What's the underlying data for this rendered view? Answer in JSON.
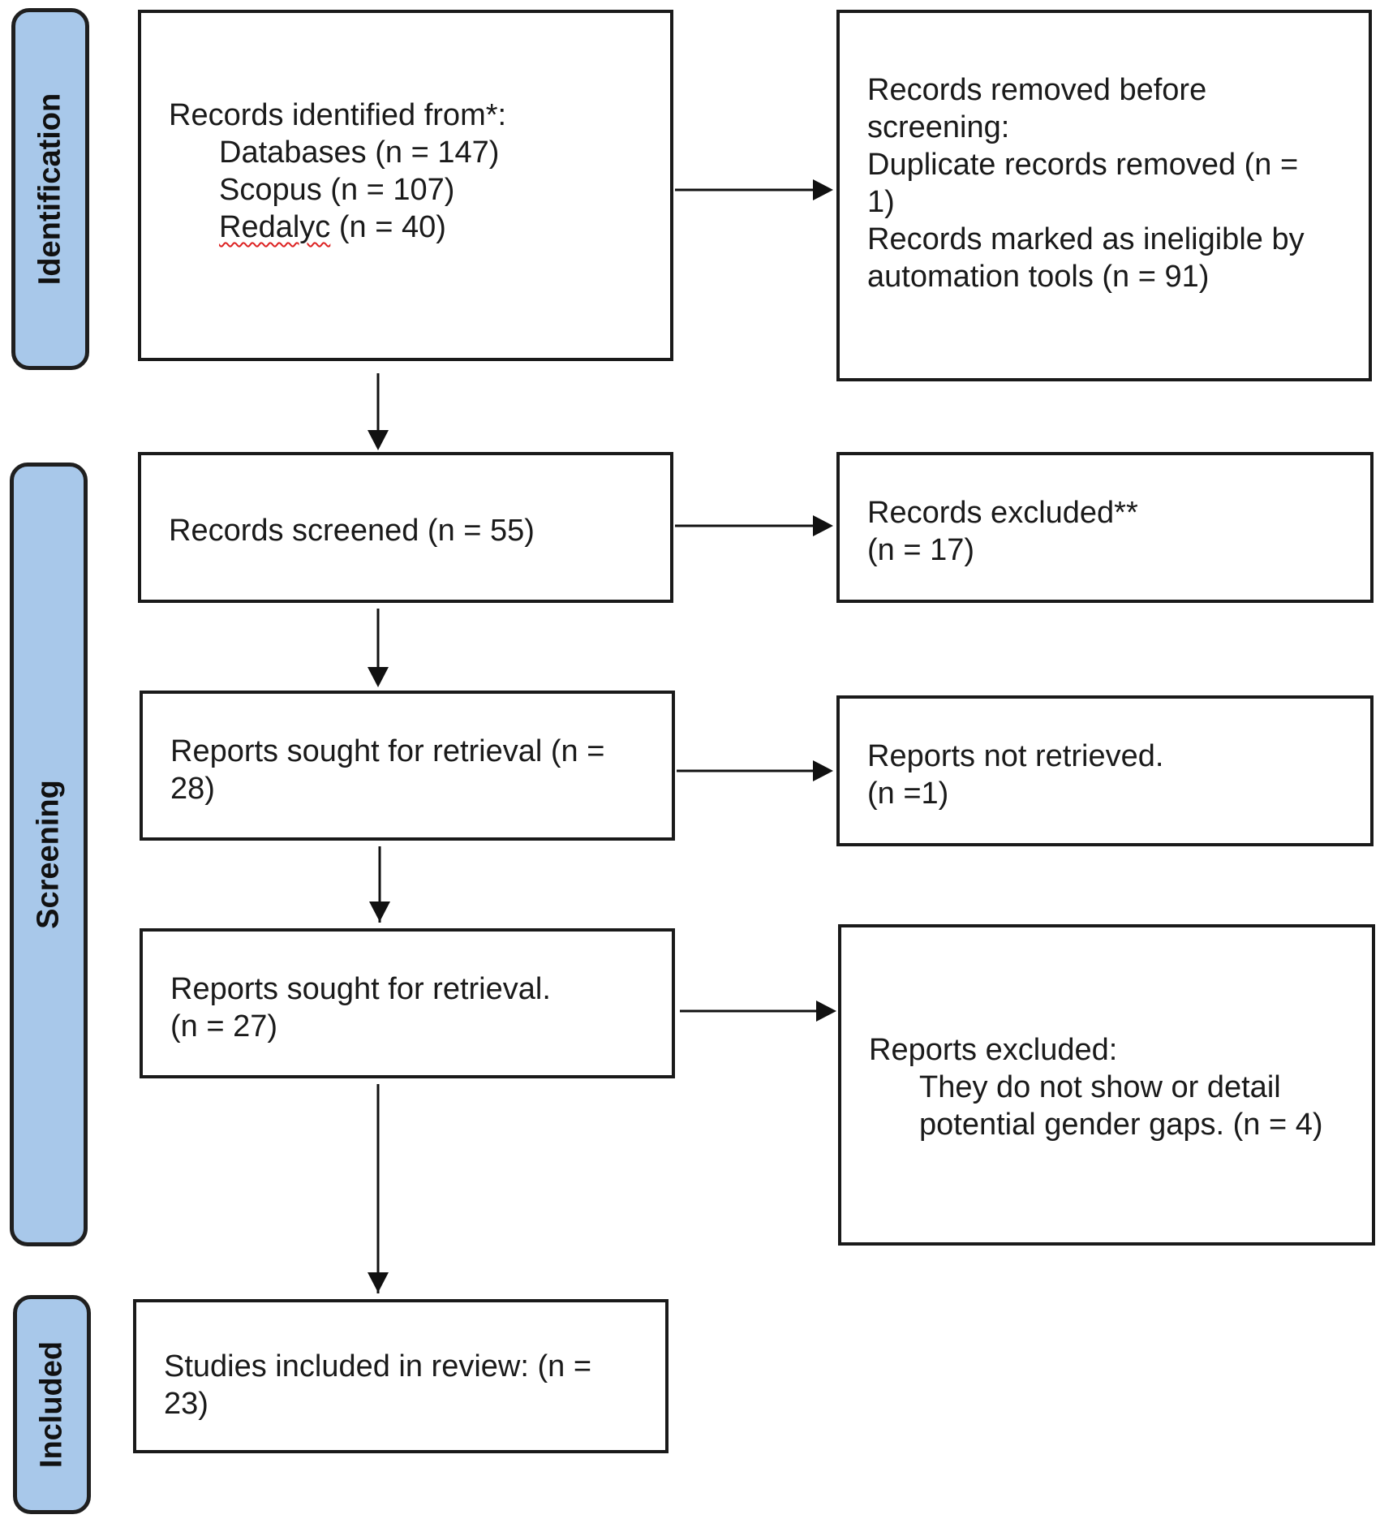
{
  "phases": {
    "identification": "Identification",
    "screening": "Screening",
    "included": "Included"
  },
  "identified": {
    "title": "Records identified from*:",
    "databases": "Databases (n = 147)",
    "scopus": "Scopus (n = 107)",
    "redalyc_name": "Redalyc",
    "redalyc_count": " (n = 40)"
  },
  "removed": {
    "line1": "Records removed before",
    "line2": "screening:",
    "line3": "Duplicate records removed (n =",
    "line4": "1)",
    "line5": "Records marked as ineligible by",
    "line6": "automation tools (n = 91)"
  },
  "screened": {
    "text": "Records screened (n = 55)"
  },
  "excluded": {
    "line1": "Records excluded**",
    "line2": "(n = 17)"
  },
  "sought1": {
    "line1": "Reports sought for retrieval (n =",
    "line2": "28)"
  },
  "not_retrieved": {
    "line1": "Reports not retrieved.",
    "line2": "(n =1)"
  },
  "sought2": {
    "line1": "Reports sought for retrieval.",
    "line2": "(n = 27)"
  },
  "reports_excluded": {
    "title": "Reports excluded:",
    "line1": "They do not show or detail",
    "line2": "potential gender gaps. (n = 4)"
  },
  "included_box": {
    "line1": "Studies included in review: (n =",
    "line2": "23)"
  },
  "colors": {
    "phase_fill": "#a8c8ea",
    "border": "#1a1a1a"
  }
}
